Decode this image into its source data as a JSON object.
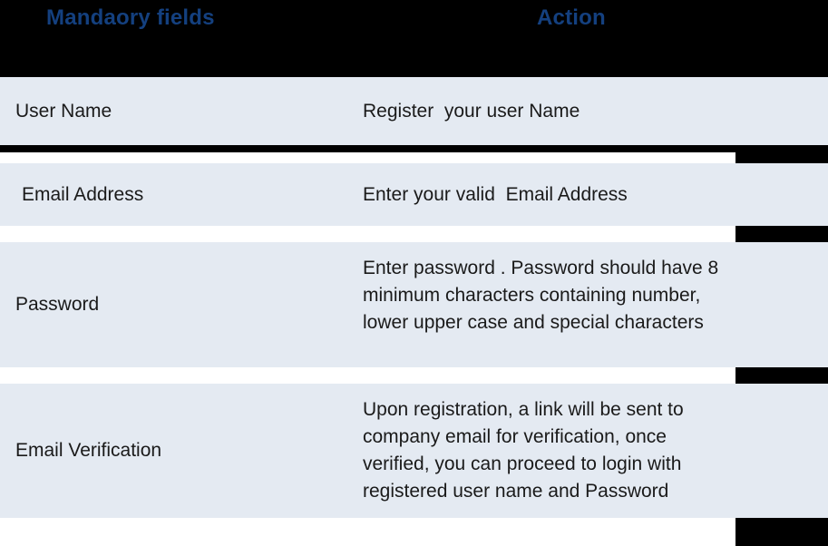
{
  "table": {
    "header": {
      "columns": [
        {
          "label": "Mandaory fields"
        },
        {
          "label": "Action"
        }
      ],
      "text_color": "#14407f",
      "background": "#000000"
    },
    "row_background": "#e4eaf2",
    "separator_color": "#000000",
    "rows": [
      {
        "field": "User Name",
        "action": "Register  your user Name"
      },
      {
        "field": "Email Address",
        "action": "Enter your valid  Email Address"
      },
      {
        "field": "Password",
        "action": "Enter password . Password should have 8 minimum characters containing number, lower upper case and special characters"
      },
      {
        "field": "Email Verification",
        "action": "Upon registration, a link will be sent to company email for verification, once verified, you can proceed to login with registered user name and Password"
      }
    ]
  }
}
